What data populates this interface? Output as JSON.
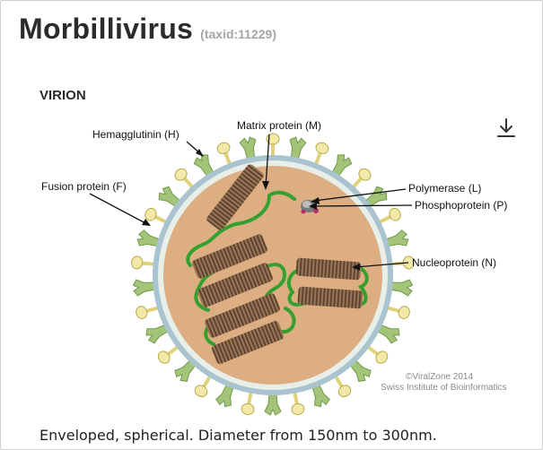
{
  "header": {
    "title": "Morbillivirus",
    "taxid": "(taxid:11229)"
  },
  "section": {
    "title": "VIRION"
  },
  "labels": {
    "hemagglutinin": "Hemagglutinin (H)",
    "matrix": "Matrix protein (M)",
    "fusion": "Fusion protein (F)",
    "polymerase": "Polymerase (L)",
    "phosphoprotein": "Phosphoprotein (P)",
    "nucleoprotein": "Nucleoprotein (N)"
  },
  "credit": {
    "line1": "©ViralZone 2014",
    "line2": "Swiss Institute of Bioinformatics"
  },
  "caption": "Enveloped, spherical. Diameter from 150nm to 300nm.",
  "icons": {
    "download": "download-icon"
  },
  "colors": {
    "core": "#dcae82",
    "membrane_outer": "#a9c3cf",
    "membrane_inner": "#e8efe9",
    "hemagglutinin": "#f2e9a8",
    "fusion": "#a4c47a",
    "nucleocapsid": "#8b6a4c",
    "rna": "#35a030"
  }
}
